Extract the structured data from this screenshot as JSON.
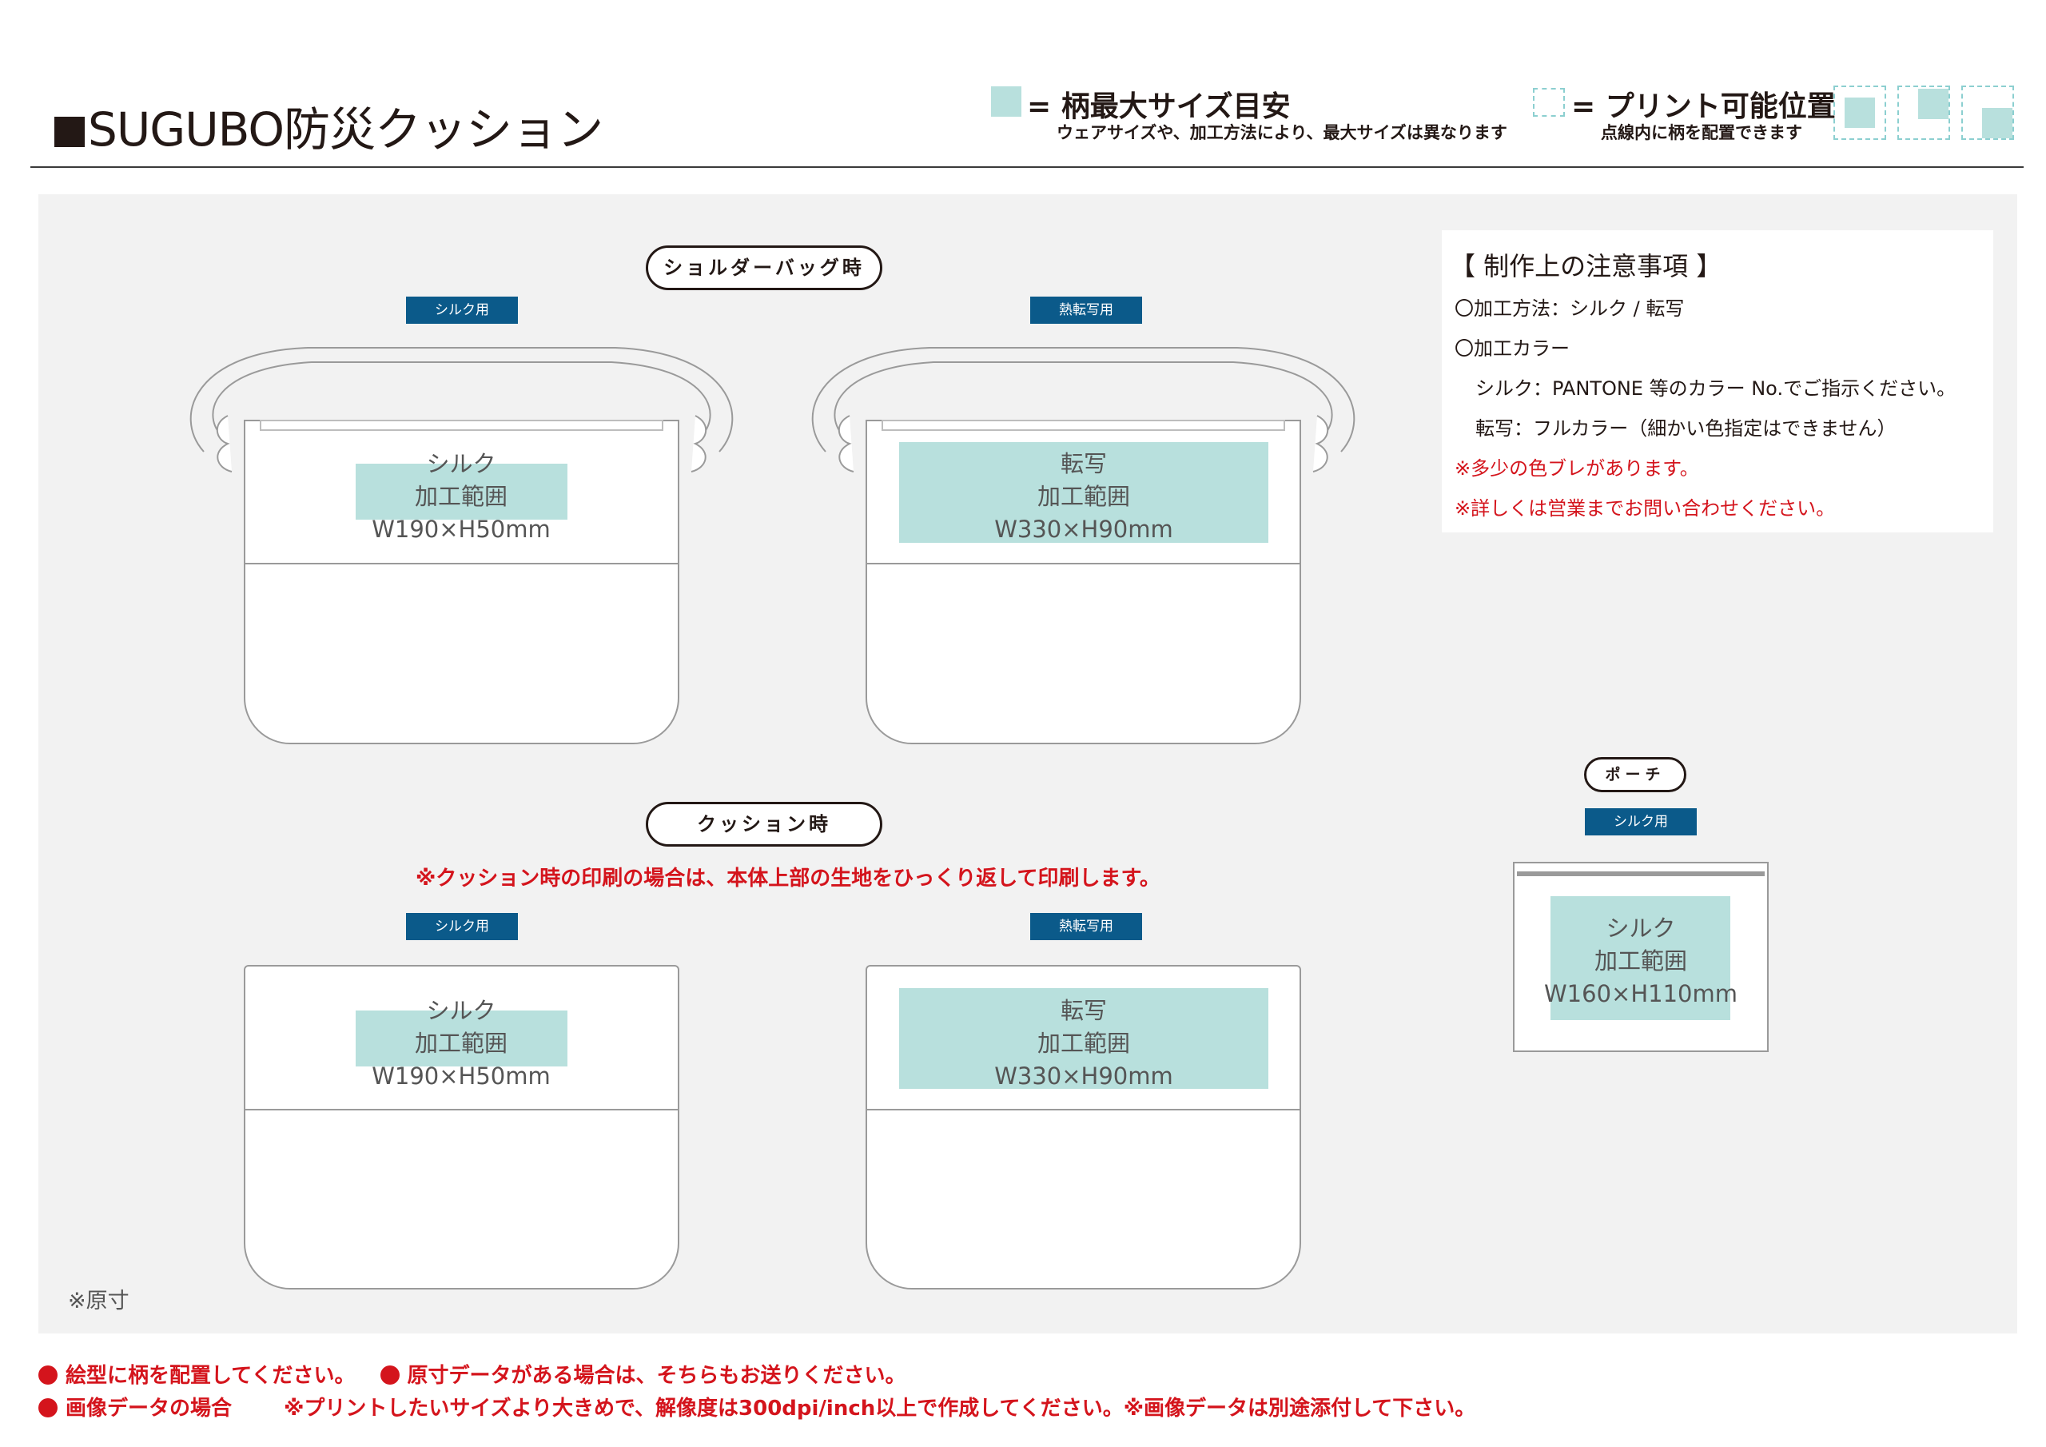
{
  "title": "SUGUBO防災クッション",
  "legend": {
    "max_size_label": "= 柄最大サイズ目安",
    "max_size_note": "ウェアサイズや、加工方法により、最大サイズは異なります",
    "printable_label": "= プリント可能位置",
    "printable_note": "点線内に柄を配置できます",
    "swatch_color": "#b8e0dd"
  },
  "sections": {
    "shoulder": "ショルダーバッグ時",
    "cushion": "クッション時",
    "pouch": "ポーチ"
  },
  "cushion_note": "※クッション時の印刷の場合は、本体上部の生地をひっくり返して印刷します。",
  "tags": {
    "silk": "シルク用",
    "transfer": "熱転写用"
  },
  "zones": {
    "silk": {
      "l1": "シルク",
      "l2": "加工範囲",
      "l3": "W190×H50mm"
    },
    "transfer": {
      "l1": "転写",
      "l2": "加工範囲",
      "l3": "W330×H90mm"
    },
    "pouch": {
      "l1": "シルク",
      "l2": "加工範囲",
      "l3": "W160×H110mm"
    }
  },
  "notes": {
    "heading": "【 制作上の注意事項 】",
    "method": "〇加工方法：シルク / 転写",
    "color": "〇加工カラー",
    "silk_color": "シルク：PANTONE 等のカラー No.でご指示ください。",
    "transfer_color": "転写：フルカラー（細かい色指定はできません）",
    "warn1": "※多少の色ブレがあります。",
    "warn2": "※詳しくは営業までお問い合わせください。"
  },
  "scale_note": "※原寸",
  "footer": {
    "f1": "絵型に柄を配置してください。",
    "f2": "原寸データがある場合は、そちらもお送りください。",
    "f3": "画像データの場合",
    "f4": "※プリントしたいサイズより大きめで、解像度は300dpi/inch以上で作成してください。※画像データは別途添付して下さい。"
  },
  "colors": {
    "accent_red": "#d4141c",
    "tag_blue": "#0b5a8a"
  }
}
